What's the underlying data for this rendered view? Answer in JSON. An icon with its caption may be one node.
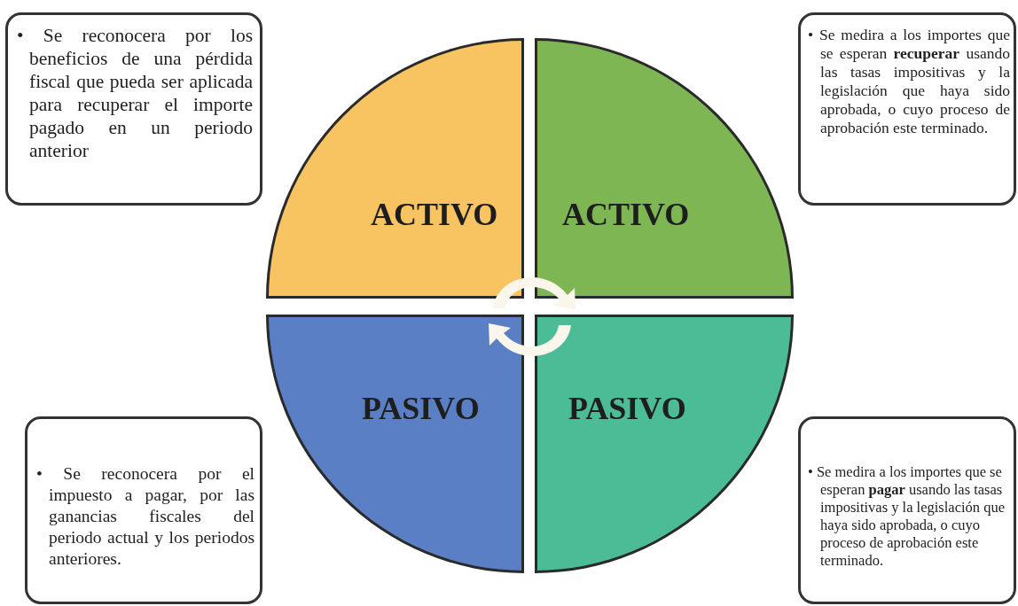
{
  "diagram": {
    "nodes": [
      {
        "text": [
          "• Se reconocera por los beneficios de una pérdida fiscal que pueda ser aplicada para recuperar el importe pagado en un periodo anterior"
        ]
      },
      {
        "text": [
          "• Se medira a los importes que se esperan **recuperar** usando las tasas impositivas y la legislación que haya sido aprobada, o cuyo proceso de aprobación este terminado."
        ]
      },
      {
        "text": [
          "ACTIVO"
        ]
      },
      {
        "text": [
          "ACTIVO"
        ]
      },
      {
        "text": [
          "PASIVO"
        ]
      },
      {
        "text": [
          "PASIVO"
        ]
      },
      {
        "text": [
          "• Se reconocera por el impuesto a pagar, por las ganancias fiscales del periodo actual y los periodos anteriores."
        ]
      },
      {
        "text": [
          "• Se medira a los importes que se esperan **pagar** usando las tasas impositivas y la legislación que haya sido aprobada, o cuyo proceso de aprobación este terminado."
        ]
      }
    ]
  }
}
